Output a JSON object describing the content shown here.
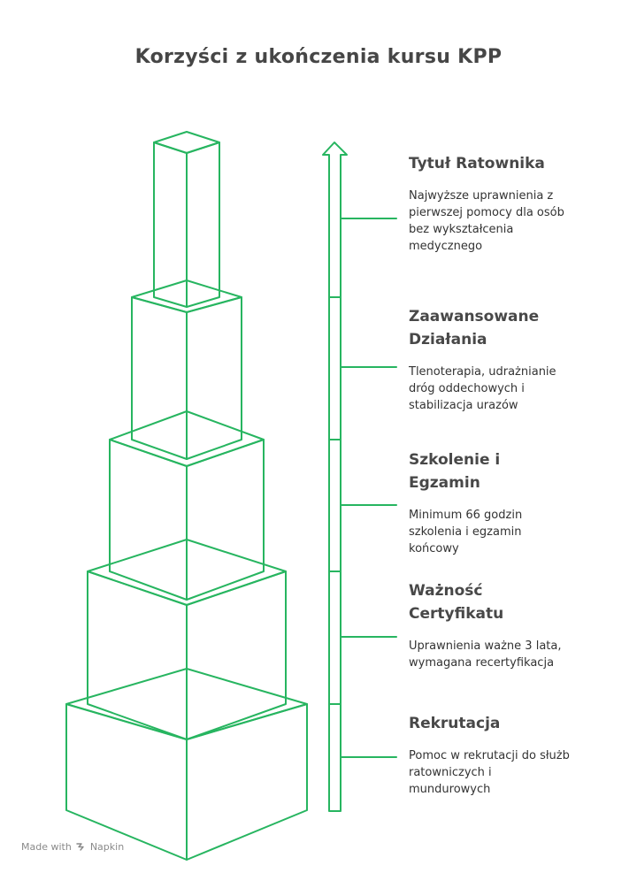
{
  "title": "Korzyści z ukończenia kursu KPP",
  "colors": {
    "stroke": "#27b560",
    "title": "#464646",
    "text": "#333333",
    "footer": "#8a8a8a"
  },
  "levels": [
    {
      "title": "Tytuł Ratownika",
      "desc": "Najwyższe uprawnienia z pierwszej pomocy dla osób bez wykształcenia medycznego"
    },
    {
      "title": "Zaawansowane Działania",
      "desc": "Tlenoterapia, udrażnianie dróg oddechowych i stabilizacja urazów"
    },
    {
      "title": "Szkolenie i Egzamin",
      "desc": "Minimum 66 godzin szkolenia i egzamin końcowy"
    },
    {
      "title": "Ważność Certyfikatu",
      "desc": "Uprawnienia ważne 3 lata, wymagana recertyfikacja"
    },
    {
      "title": "Rekrutacja",
      "desc": "Pomoc w rekrutacji do służb ratowniczych i mundurowych"
    }
  ],
  "footer": {
    "made_with": "Made with",
    "brand": "Napkin"
  }
}
